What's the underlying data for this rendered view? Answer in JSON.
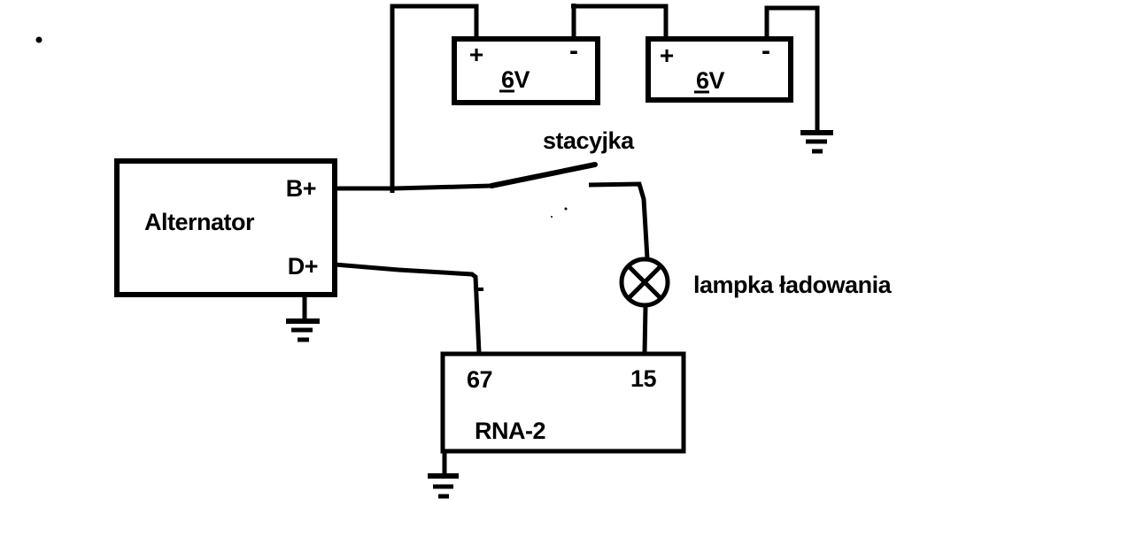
{
  "colors": {
    "ink": "#000000",
    "paper": "#ffffff"
  },
  "components": {
    "alternator": {
      "label": "Alternator",
      "terminal_b": "B+",
      "terminal_d": "D+"
    },
    "battery_left": {
      "positive": "+",
      "negative": "-",
      "voltage": "6V"
    },
    "battery_right": {
      "positive": "+",
      "negative": "-",
      "voltage": "6V"
    },
    "ignition_switch": {
      "label": "stacyjka"
    },
    "charging_lamp": {
      "label": "lampka ładowania"
    },
    "regulator": {
      "label": "RNA-2",
      "terminal_left": "67",
      "terminal_right": "15"
    }
  }
}
